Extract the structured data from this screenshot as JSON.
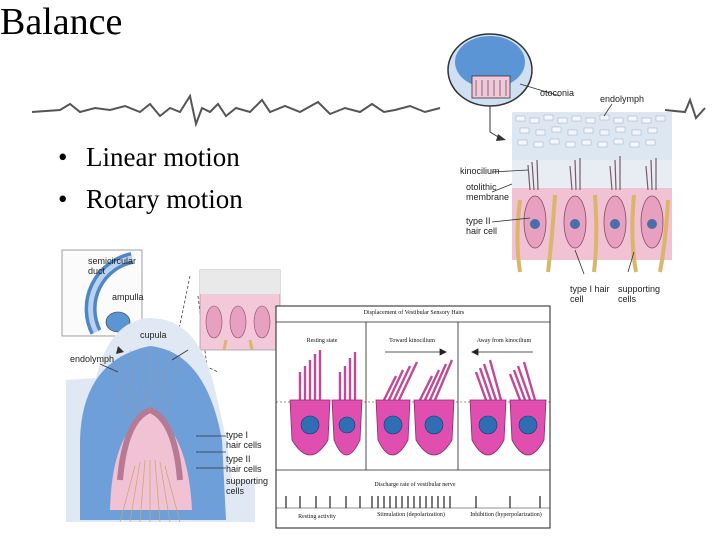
{
  "slide": {
    "title": "Balance",
    "bullets": [
      "Linear motion",
      "Rotary motion"
    ]
  },
  "otolith_figure": {
    "labels": {
      "otoconia": "otoconia",
      "endolymph": "endolymph",
      "kinocilium": "kinocilium",
      "otolithic_membrane": "otolithic membrane",
      "type2": "type II hair cell",
      "type1": "type I hair cell",
      "supporting": "supporting cells"
    }
  },
  "ampulla_figure": {
    "labels": {
      "semicircular_duct": "semicircular duct",
      "ampulla": "ampulla",
      "cupula": "cupula",
      "endolymph": "endolymph",
      "type1": "type I hair cells",
      "type2": "type II hair cells",
      "supporting": "supporting cells"
    }
  },
  "hair_cell_panel": {
    "heading": "Displacement of Vestibular Sensory Hairs",
    "columns": [
      "Resting state",
      "Toward kinocilium",
      "Away from kinocilium"
    ],
    "discharge_label": "Discharge rate of vestibular nerve",
    "bottom_labels": [
      "Resting activity",
      "Stimulation (depolarization)",
      "Inhibition (hyperpolarization)"
    ]
  },
  "colors": {
    "blue": "#6f9fd8",
    "pink": "#f0b8cf",
    "magenta": "#e04fb0",
    "tan": "#d9b66c"
  }
}
